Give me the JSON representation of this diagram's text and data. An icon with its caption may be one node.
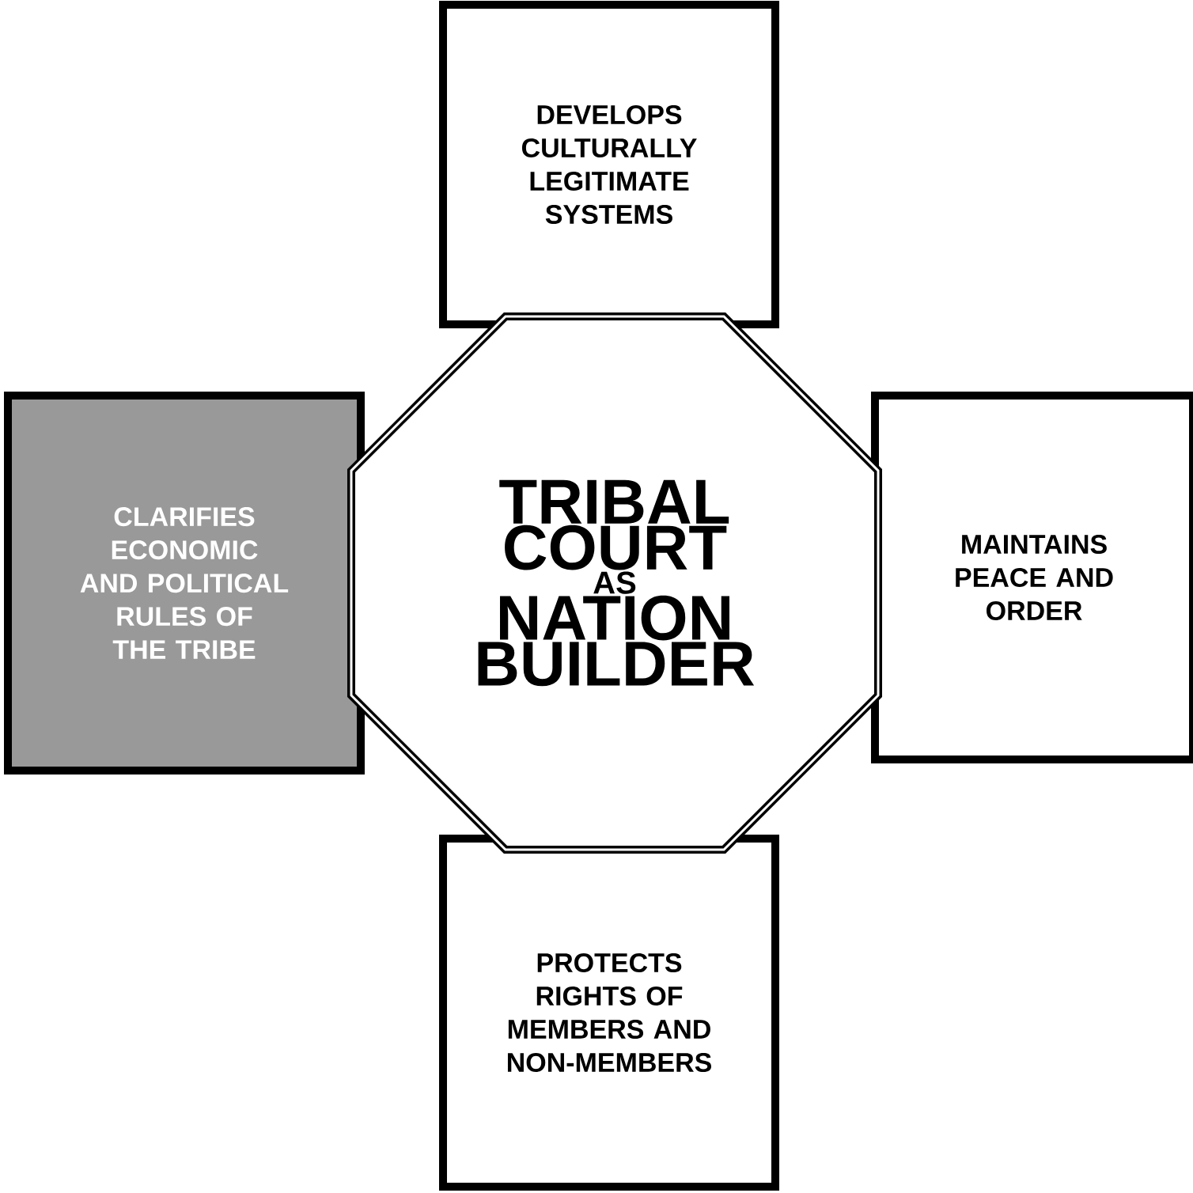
{
  "diagram": {
    "nodes": [
      {
        "text": [
          "DEVELOPS CULTURALLY LEGITIMATE SYSTEMS"
        ]
      },
      {
        "text": [
          "CLARIFIES ECONOMIC AND POLITICAL RULES OF THE TRIBE"
        ]
      },
      {
        "text": [
          "TRIBAL COURT",
          "AS",
          "NATION BUILDER"
        ]
      },
      {
        "text": [
          "MAINTAINS PEACE AND ORDER"
        ]
      },
      {
        "text": [
          "PROTECTS RIGHTS OF MEMBERS AND NON-MEMBERS"
        ]
      }
    ]
  }
}
